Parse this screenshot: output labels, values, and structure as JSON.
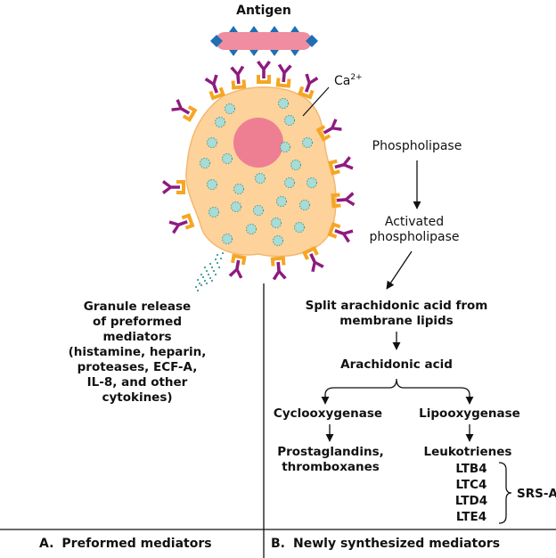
{
  "cell": {
    "antigen_label": "Antigen",
    "calcium_label": "Ca",
    "calcium_superscript": "2+"
  },
  "pathway": {
    "phospholipase": "Phospholipase",
    "activated_line1": "Activated",
    "activated_line2": "phospholipase",
    "split_line1": "Split arachidonic acid from",
    "split_line2": "membrane lipids",
    "arachidonic": "Arachidonic acid",
    "cyclooxygenase": "Cyclooxygenase",
    "lipooxygenase": "Lipooxygenase",
    "prostaglandins_line1": "Prostaglandins,",
    "prostaglandins_line2": "thromboxanes",
    "leukotrienes": "Leukotrienes",
    "ltb4": "LTB4",
    "ltc4": "LTC4",
    "ltd4": "LTD4",
    "lte4": "LTE4",
    "srsa": "SRS-A"
  },
  "granule": {
    "line1": "Granule release",
    "line2": "of preformed",
    "line3": "mediators",
    "line4": "(histamine, heparin,",
    "line5": "proteases, ECF-A,",
    "line6": "IL-8, and other",
    "line7": "cytokines)"
  },
  "footer": {
    "a_letter": "A.",
    "a_label": "Preformed mediators",
    "b_letter": "B.",
    "b_label": "Newly synthesized mediators"
  },
  "colors": {
    "cell_fill": "#FDD29B",
    "nucleus": "#EE7F93",
    "granule_fill": "#A8DCD6",
    "granule_dot": "#3F9A95",
    "receptor": "#F5A623",
    "ige": "#8E1B7F",
    "antigen_body": "#F08DA0",
    "antigen_spike": "#1F6FB5"
  }
}
